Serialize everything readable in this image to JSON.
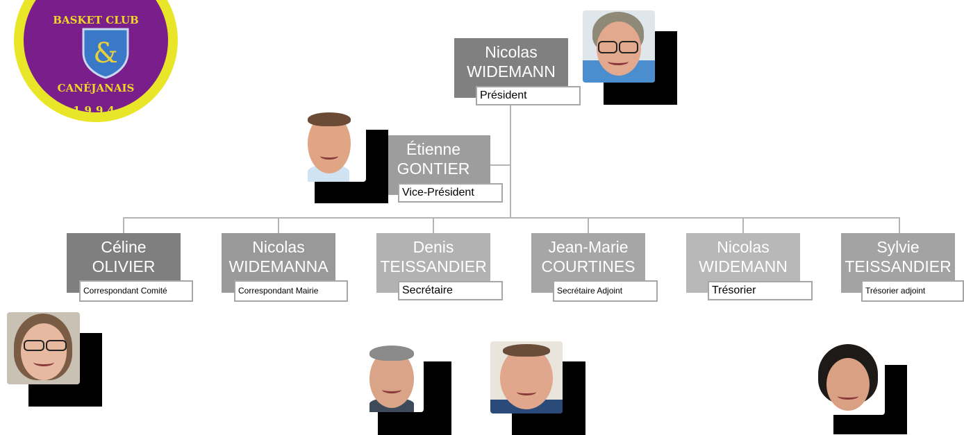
{
  "logo": {
    "top_text": "BASKET CLUB",
    "bottom_text": "CANÉJANAIS",
    "year": "1994"
  },
  "president": {
    "first": "Nicolas",
    "last": "WIDEMANN",
    "role": "Président"
  },
  "vice_president": {
    "first": "Étienne",
    "last": "GONTIER",
    "role": "Vice-Président"
  },
  "members": [
    {
      "first": "Céline",
      "last": "OLIVIER",
      "role": "Correspondant Comité",
      "color": "#7f7f7f"
    },
    {
      "first": "Nicolas",
      "last": "WIDEMANNA",
      "role": "Correspondant Mairie",
      "color": "#999999"
    },
    {
      "first": "Denis",
      "last": "TEISSANDIER",
      "role": "Secrétaire",
      "color": "#b2b2b2"
    },
    {
      "first": "Jean-Marie",
      "last": "COURTINES",
      "role": "Secrétaire Adjoint",
      "color": "#a6a6a6"
    },
    {
      "first": "Nicolas",
      "last": "WIDEMANN",
      "role": "Trésorier",
      "color": "#b8b8b8"
    },
    {
      "first": "Sylvie",
      "last": "TEISSANDIER",
      "role": "Trésorier adjoint",
      "color": "#a3a3a3"
    }
  ],
  "colors": {
    "president": "#808080",
    "vice_president": "#9d9d9d",
    "connector": "#b4b4b4",
    "photo_shadow": "#000000"
  }
}
